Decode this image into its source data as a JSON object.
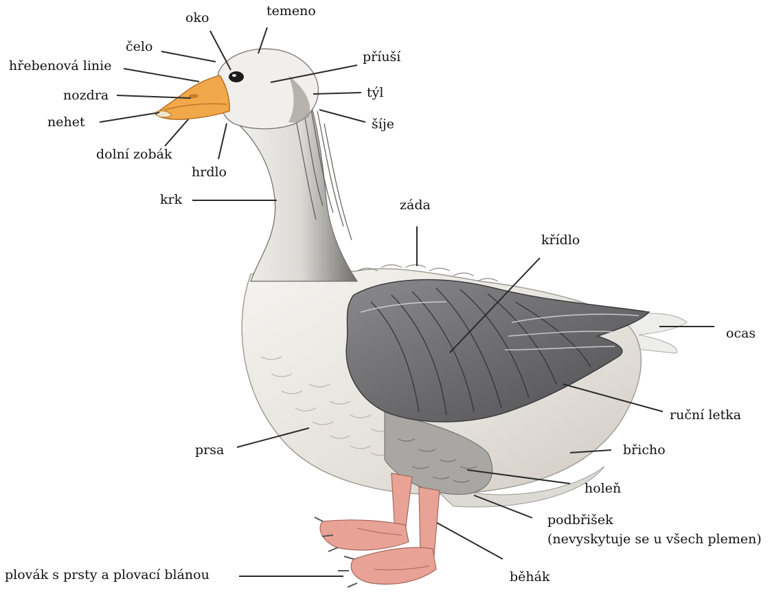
{
  "labels": {
    "oko": "oko",
    "temeno": "temeno",
    "celo": "čelo",
    "hrebenova_linie": "hřebenová linie",
    "priusi": "příuší",
    "nozdra": "nozdra",
    "tyl": "týl",
    "nehet": "nehet",
    "sije": "šíje",
    "dolni_zobak": "dolní zobák",
    "hrdlo": "hrdlo",
    "krk": "krk",
    "zada": "záda",
    "kridlo": "křídlo",
    "ocas": "ocas",
    "rucni_letka": "ruční letka",
    "prsa": "prsa",
    "bricho": "břicho",
    "holen": "holeň",
    "podbrisek": "podbřišek",
    "podbrisek_note": "(nevyskytuje se u všech plemen)",
    "behak": "běhák",
    "plovak": "plovák s prsty a plovací blánou"
  },
  "colors": {
    "beak": "#f0a84a",
    "leg": "#e8a396",
    "wing_dark": "#6e6e70",
    "body_light": "#ecebe6",
    "leader_line": "#2a2a2a"
  }
}
